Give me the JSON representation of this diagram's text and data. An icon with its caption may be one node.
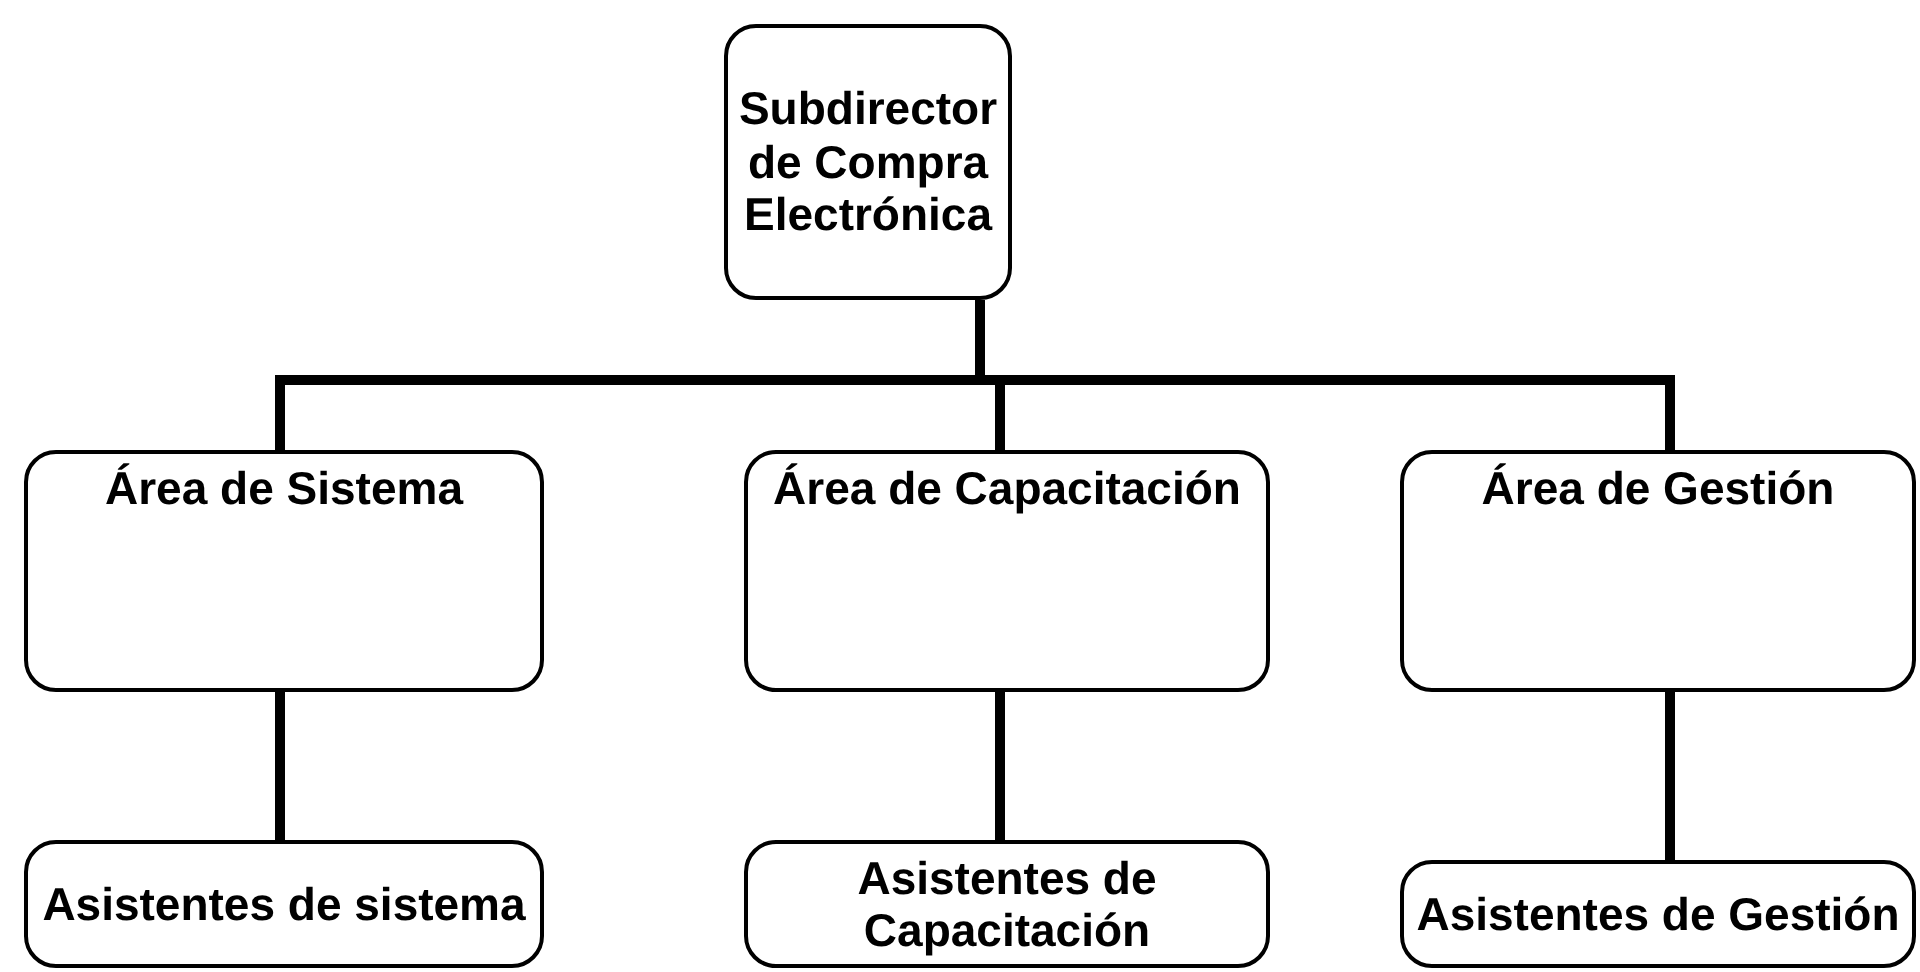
{
  "diagram": {
    "nodes": [
      {
        "text": [
          "Subdirector de Compra Electrónica"
        ]
      },
      {
        "text": [
          "Área de Sistema"
        ]
      },
      {
        "text": [
          "Área de Capacitación"
        ]
      },
      {
        "text": [
          "Área de Gestión"
        ]
      },
      {
        "text": [
          "Asistentes de sistema"
        ]
      },
      {
        "text": [
          "Asistentes de Capacitación"
        ]
      },
      {
        "text": [
          "Asistentes de Gestión"
        ]
      }
    ],
    "edges": [
      {
        "from": 0,
        "to": 1,
        "arrow": "none"
      },
      {
        "from": 0,
        "to": 2,
        "arrow": "none"
      },
      {
        "from": 0,
        "to": 3,
        "arrow": "none"
      },
      {
        "from": 1,
        "to": 4,
        "arrow": "none"
      },
      {
        "from": 2,
        "to": 5,
        "arrow": "none"
      },
      {
        "from": 3,
        "to": 6,
        "arrow": "none"
      }
    ]
  }
}
